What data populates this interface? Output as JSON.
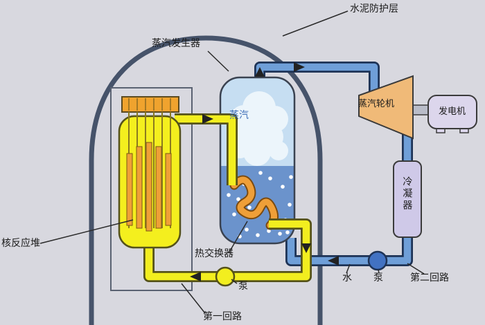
{
  "labels": {
    "containment": "水泥防护层",
    "steam_generator": "蒸汽发生器",
    "steam": "蒸汽",
    "turbine": "蒸汽轮机",
    "generator": "发电机",
    "condenser": "冷凝器",
    "reactor": "核反应堆",
    "heat_exchanger": "热交换器",
    "pump_primary": "泵",
    "primary_loop": "第一回路",
    "water": "水",
    "pump_secondary": "泵",
    "secondary_loop": "第二回路"
  },
  "colors": {
    "background": "#d8d8df",
    "containment_outline": "#46536a",
    "primary_pipe": "#f2ee1f",
    "secondary_pipe": "#6f9fd8",
    "reactor_vessel": "#f4ef1e",
    "control_rod": "#ef9f38",
    "steam_region": "#c6def2",
    "water_region": "#6b93cc",
    "turbine": "#f0ba78",
    "generator": "#dcd6ec",
    "condenser": "#cfc9e8",
    "pump_secondary_fill": "#4272c2"
  }
}
